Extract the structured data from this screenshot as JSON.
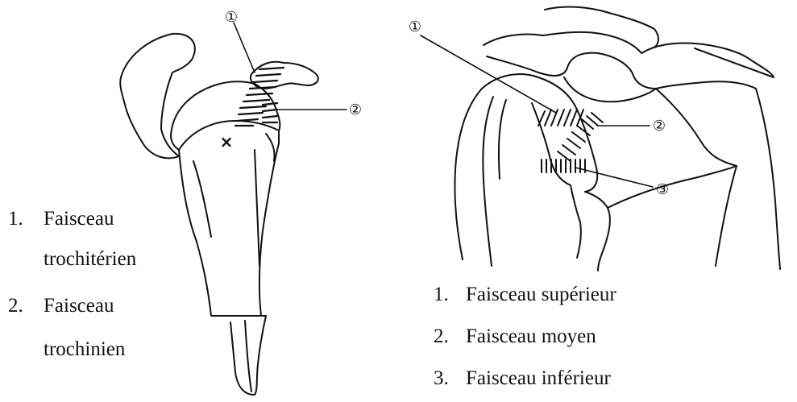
{
  "left_figure": {
    "callouts": [
      "①",
      "②"
    ],
    "mark": "×",
    "legend": [
      {
        "number": "1.",
        "line1": "Faisceau",
        "line2": "trochitérien"
      },
      {
        "number": "2.",
        "line1": "Faisceau",
        "line2": "trochinien"
      }
    ]
  },
  "right_figure": {
    "callouts": [
      "①",
      "②",
      "③"
    ],
    "legend": [
      {
        "number": "1.",
        "label": "Faisceau supérieur"
      },
      {
        "number": "2.",
        "label": "Faisceau moyen"
      },
      {
        "number": "3.",
        "label": "Faisceau inférieur"
      }
    ]
  },
  "colors": {
    "ink": "#111111",
    "background": "#ffffff"
  }
}
